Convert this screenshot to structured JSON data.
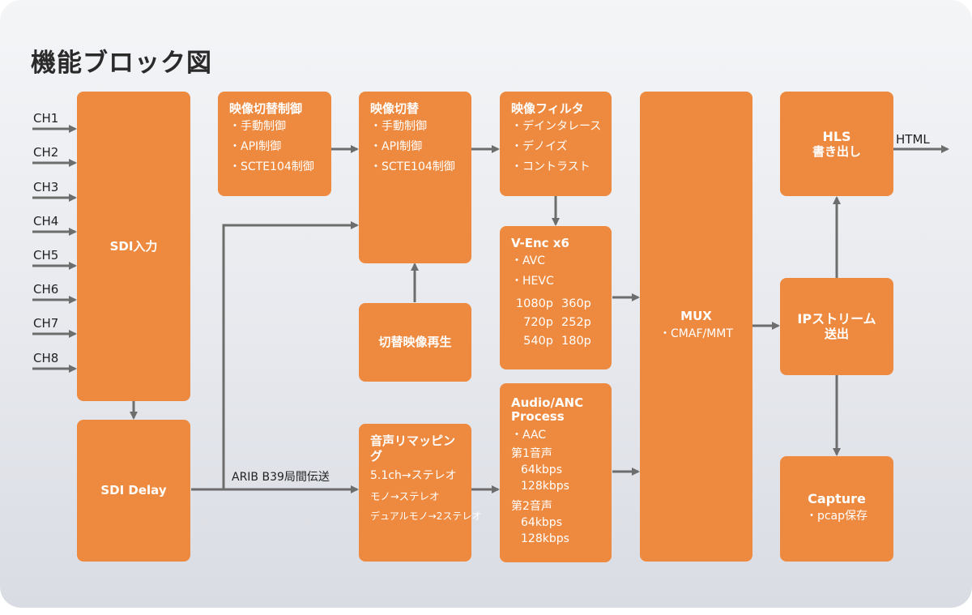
{
  "title": "機能ブロック図",
  "channels": [
    "CH1",
    "CH2",
    "CH3",
    "CH4",
    "CH5",
    "CH6",
    "CH7",
    "CH8"
  ],
  "sdi_input": {
    "title": "SDI入力"
  },
  "sdi_delay": {
    "title": "SDI Delay"
  },
  "switch_control": {
    "title": "映像切替制御",
    "items": [
      "・手動制御",
      "・API制御",
      "・SCTE104制御"
    ]
  },
  "video_switch": {
    "title": "映像切替",
    "items": [
      "・手動制御",
      "・API制御",
      "・SCTE104制御"
    ]
  },
  "switch_playback": {
    "title": "切替映像再生"
  },
  "video_filter": {
    "title": "映像フィルタ",
    "items": [
      "・デインタレース",
      "・デノイズ",
      "・コントラスト"
    ]
  },
  "venc": {
    "title": "V-Enc x6",
    "codecs": [
      "・AVC",
      "・HEVC"
    ],
    "resolutions": [
      "1080p",
      "360p",
      "720p",
      "252p",
      "540p",
      "180p"
    ]
  },
  "audio_remap": {
    "title": "音声リマッピング",
    "items": [
      "5.1ch→ステレオ",
      "モノ→ステレオ",
      "デュアルモノ→2ステレオ"
    ]
  },
  "audio_anc": {
    "title_line1": "Audio/ANC",
    "title_line2": "Process",
    "aac": "・AAC",
    "voice1": "第1音声",
    "voice1_rates": [
      "64kbps",
      "128kbps"
    ],
    "voice2": "第2音声",
    "voice2_rates": [
      "64kbps",
      "128kbps"
    ]
  },
  "mux": {
    "title": "MUX",
    "format": "・CMAF/MMT"
  },
  "hls": {
    "title_line1": "HLS",
    "title_line2": "書き出し"
  },
  "ip_stream": {
    "title_line1": "IPストリーム",
    "title_line2": "送出"
  },
  "capture": {
    "title": "Capture",
    "item": "・pcap保存"
  },
  "labels": {
    "arib": "ARIB B39局間伝送",
    "html": "HTML"
  },
  "colors": {
    "box": "#ee8a3f",
    "arrow": "#6d6d6d",
    "text": "#222222"
  }
}
